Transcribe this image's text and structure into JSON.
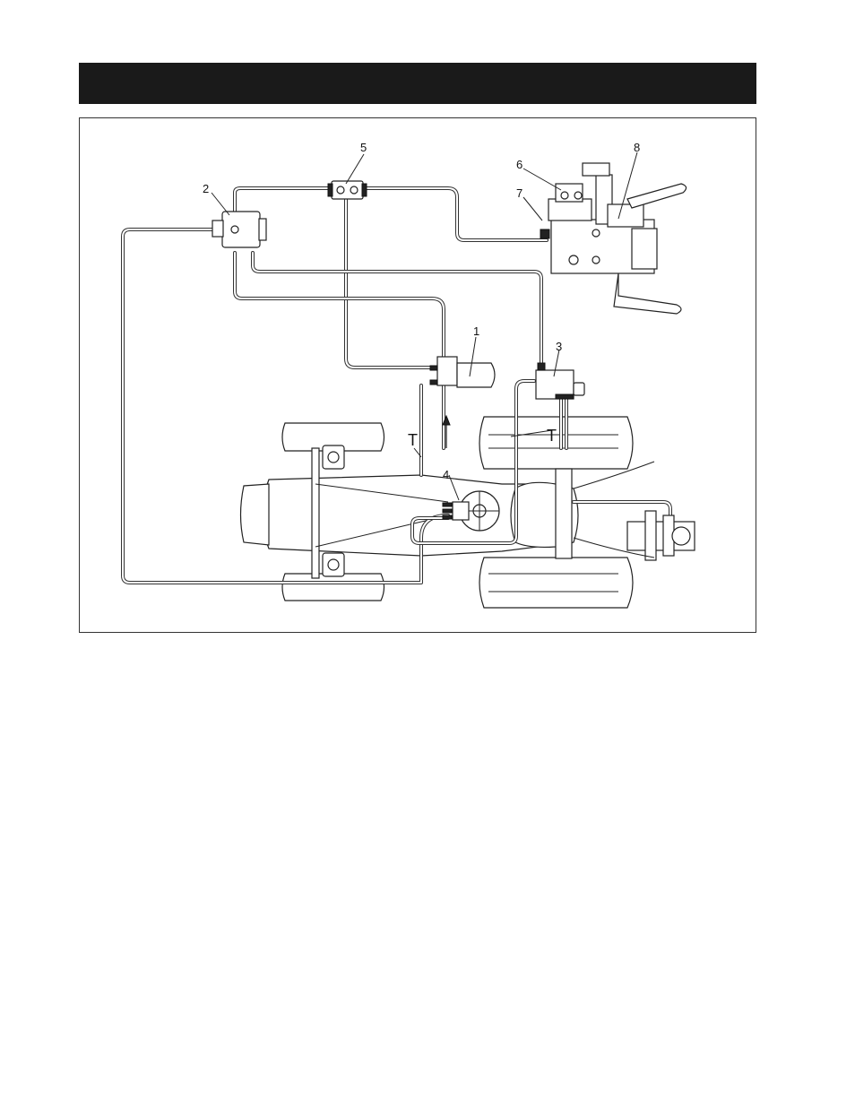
{
  "header": {
    "title": ""
  },
  "diagram": {
    "callouts": [
      {
        "id": "1",
        "label": "1"
      },
      {
        "id": "2",
        "label": "2"
      },
      {
        "id": "3",
        "label": "3"
      },
      {
        "id": "4",
        "label": "4"
      },
      {
        "id": "5",
        "label": "5"
      },
      {
        "id": "6",
        "label": "6"
      },
      {
        "id": "7",
        "label": "7"
      },
      {
        "id": "8",
        "label": "8"
      }
    ],
    "tank_labels": [
      "T",
      "T"
    ]
  },
  "colors": {
    "header_bar": "#1a1a1a",
    "line": "#222222",
    "background": "#ffffff"
  }
}
